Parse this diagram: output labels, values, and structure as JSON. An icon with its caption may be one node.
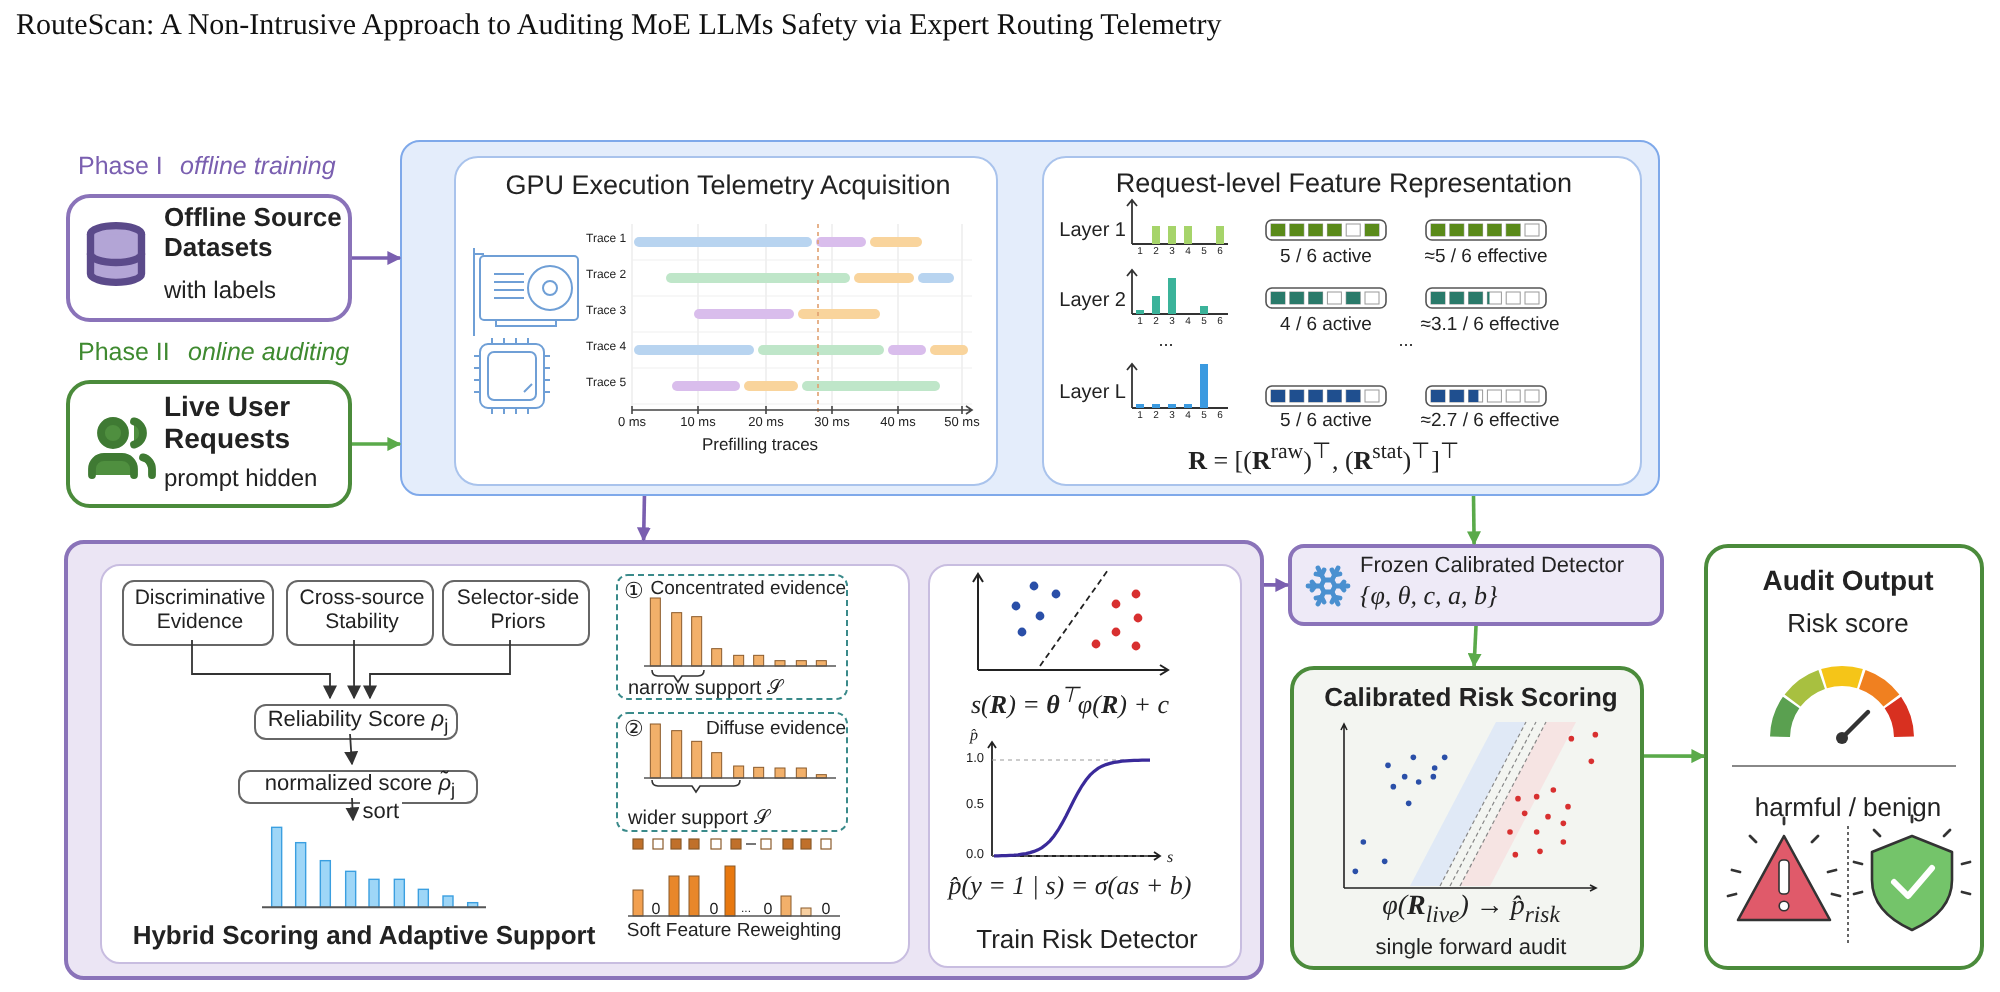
{
  "diagram": {
    "title": "RouteScan: A Non-Intrusive Approach to Auditing MoE LLMs Safety via Expert Routing Telemetry",
    "nodes": [
      {
        "text": [],
        "shape": "box"
      },
      {
        "text": [
          "Offline Source Datasets",
          "with labels"
        ],
        "beside": [
          "Phase I",
          "offline training"
        ]
      },
      {
        "text": [
          "Live User Requests",
          "prompt hidden"
        ],
        "beside": [
          "Phase II",
          "online auditing"
        ]
      },
      {
        "text": [
          "GPU Execution Telemetry Acquisition"
        ],
        "in": 0
      },
      {
        "text": [
          "Request-level Feature Representation"
        ],
        "in": 0
      },
      {
        "text": [],
        "shape": "box"
      },
      {
        "text": [
          "Hybrid Scoring and Adaptive Support"
        ],
        "in": 5
      },
      {
        "text": [
          "Discriminative Evidence"
        ],
        "in": 6
      },
      {
        "text": [
          "Cross-source Stability"
        ],
        "in": 6
      },
      {
        "text": [
          "Selector-side Priors"
        ],
        "in": 6
      },
      {
        "text": [
          "Reliability Score *ρ*$_{j}$"
        ],
        "in": 6
      },
      {
        "text": [
          "normalized score *ρ̃*$_{j}$"
        ],
        "in": 6
      },
      {
        "text": [],
        "shape": "picture",
        "in": 6
      },
      {
        "text": [
          "①",
          "Concentrated evidence",
          "narrow support 𝒮"
        ],
        "in": 6
      },
      {
        "text": [
          "②",
          "Diffuse evidence",
          "wider support 𝒮"
        ],
        "in": 6
      },
      {
        "text": [
          "Train Risk Detector"
        ],
        "in": 5
      },
      {
        "text": [
          "Frozen Calibrated Detector",
          "{φ, θ, c, a, b}"
        ]
      },
      {
        "text": [
          "Calibrated Risk Scoring",
          "φ(**R**$_{live}$) → p̂$_{risk}$",
          "single forward audit"
        ]
      },
      {
        "text": [
          "Audit Output",
          "Risk score",
          "harmful / benign"
        ]
      }
    ],
    "edges": [
      {
        "from": 1,
        "to": 0,
        "arrow": "to",
        "color": "#7a5fb0"
      },
      {
        "from": 2,
        "to": 0,
        "arrow": "to",
        "color": "#5aaa4a"
      },
      {
        "from": 0,
        "to": 5,
        "arrow": "to",
        "color": "#7a5fb0"
      },
      {
        "from": 0,
        "to": 16,
        "arrow": "to",
        "color": "#5aaa4a"
      },
      {
        "from": 5,
        "to": 16,
        "arrow": "to",
        "color": "#7a5fb0"
      },
      {
        "from": 16,
        "to": 17,
        "arrow": "to",
        "color": "#5aaa4a"
      },
      {
        "from": 17,
        "to": 18,
        "arrow": "to",
        "color": "#5aaa4a"
      },
      {
        "from": 7,
        "to": 10,
        "arrow": "to"
      },
      {
        "from": 8,
        "to": 10,
        "arrow": "to"
      },
      {
        "from": 9,
        "to": 10,
        "arrow": "to"
      },
      {
        "from": 10,
        "to": 11,
        "arrow": "to"
      },
      {
        "from": 11,
        "to": 12,
        "arrow": "to",
        "label": "sort"
      }
    ],
    "labels": [
      "Trace 1",
      "Trace 2",
      "Trace 3",
      "Trace 4",
      "Trace 5",
      "0 ms",
      "10 ms",
      "20 ms",
      "30 ms",
      "40 ms",
      "50 ms",
      "Prefilling traces",
      "Layer 1",
      "1",
      "2",
      "3",
      "4",
      "5",
      "6",
      "5 / 6 active",
      "≈5 / 6 effective",
      "Layer 2",
      "1",
      "2",
      "3",
      "4",
      "5",
      "6",
      "4 / 6 active",
      "≈3.1 / 6 effective",
      "...",
      "...",
      "Layer L",
      "1",
      "2",
      "3",
      "4",
      "5",
      "6",
      "5 / 6 active",
      "≈2.7 / 6 effective",
      "**R** = [(**R**$^{raw}$)$^{⊤}$, (**R**$^{stat}$)$^{⊤}$]$^{⊤}$",
      "Soft Feature Reweighting",
      "0",
      "0",
      "...",
      "0",
      "0",
      "s(**R**) = **θ**$^{⊤}$φ(**R**) + c",
      "p̂",
      "1.0",
      "0.5",
      "0.0",
      "s",
      "p̂(y = 1 | s) = σ(as + b)"
    ]
  }
}
